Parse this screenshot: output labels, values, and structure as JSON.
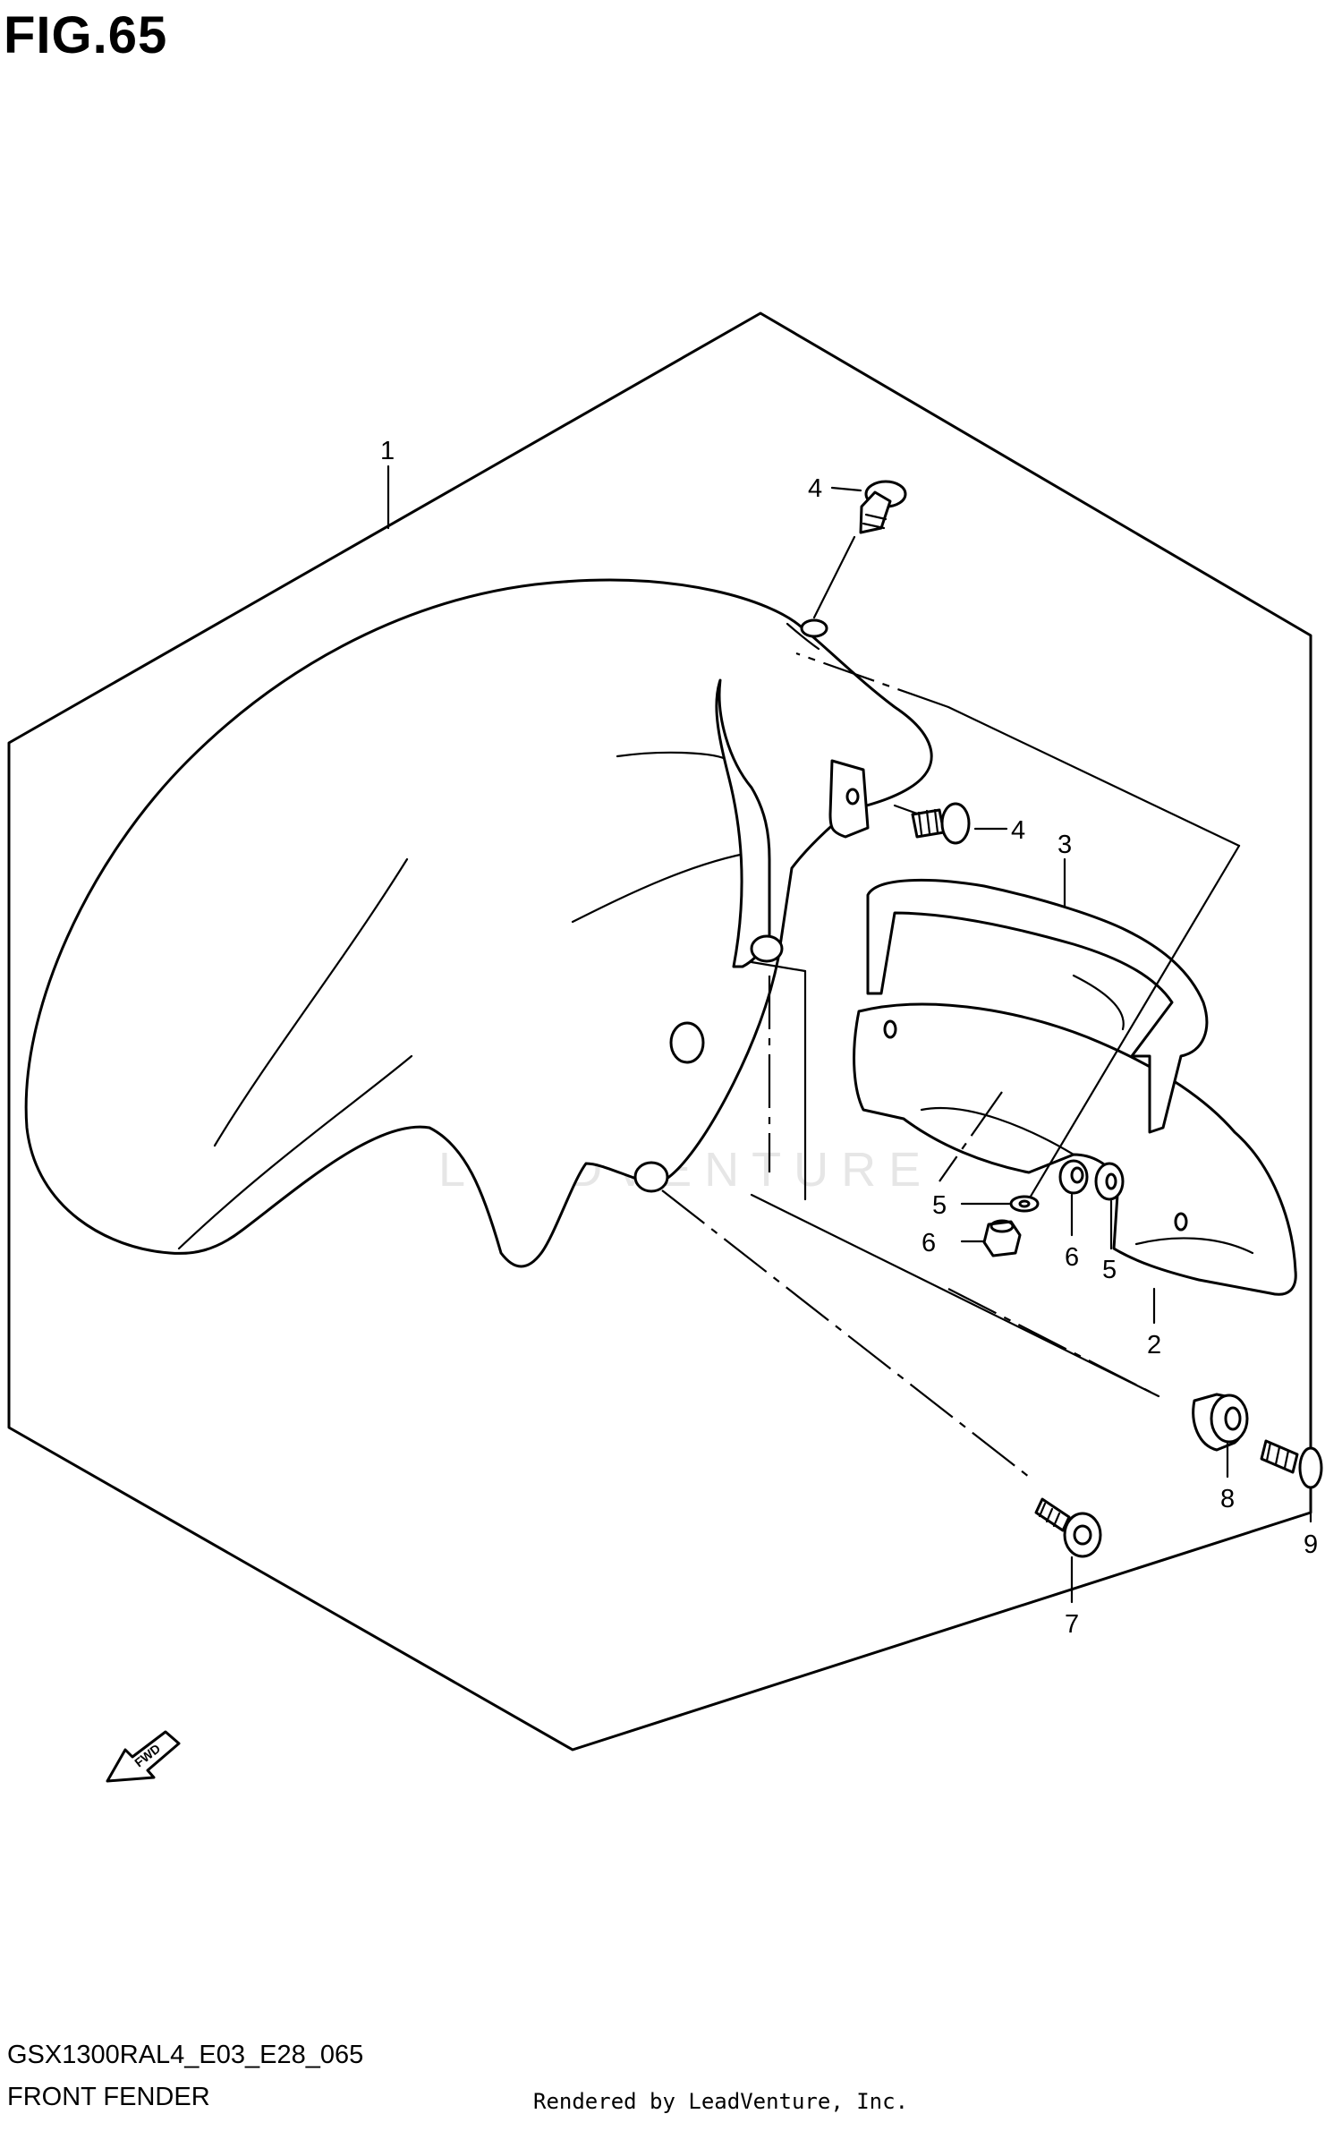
{
  "figure": {
    "title": "FIG.65",
    "model_code": "GSX1300RAL4_E03_E28_065",
    "subtitle": "FRONT FENDER",
    "rendered_by": "Rendered by LeadVenture, Inc."
  },
  "watermark": {
    "text": "LEADVENTURE"
  },
  "fwd_arrow": {
    "label": "FWD"
  },
  "callouts": [
    {
      "id": "c1",
      "label": "1"
    },
    {
      "id": "c4a",
      "label": "4"
    },
    {
      "id": "c4b",
      "label": "4"
    },
    {
      "id": "c3",
      "label": "3"
    },
    {
      "id": "c5a",
      "label": "5"
    },
    {
      "id": "c6a",
      "label": "6"
    },
    {
      "id": "c6b",
      "label": "6"
    },
    {
      "id": "c5b",
      "label": "5"
    },
    {
      "id": "c2",
      "label": "2"
    },
    {
      "id": "c8",
      "label": "8"
    },
    {
      "id": "c9",
      "label": "9"
    },
    {
      "id": "c7",
      "label": "7"
    }
  ]
}
